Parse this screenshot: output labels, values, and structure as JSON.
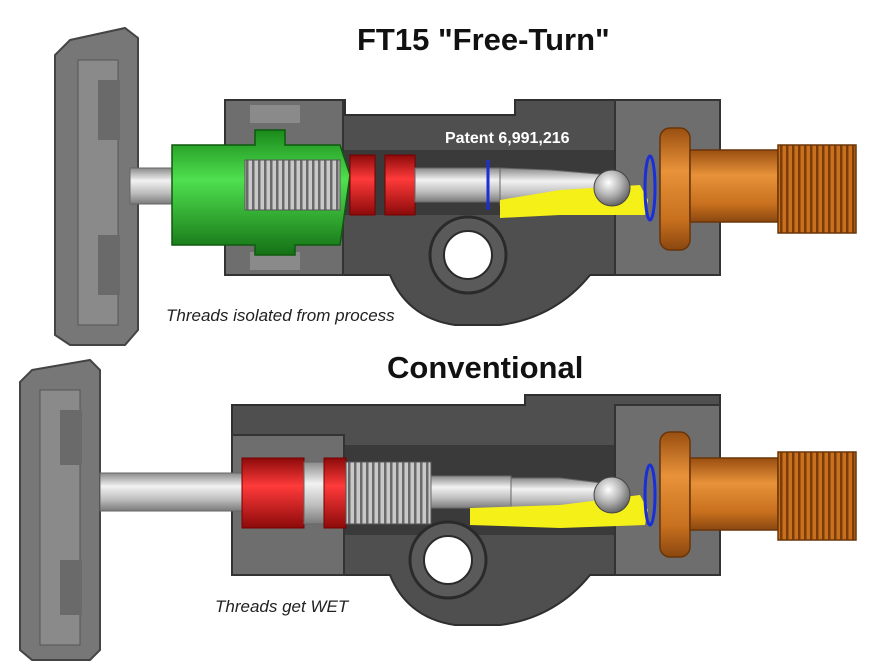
{
  "top": {
    "title": "FT15 \"Free-Turn\"",
    "patent": "Patent 6,991,216",
    "caption": "Threads isolated from process"
  },
  "bottom": {
    "title": "Conventional",
    "caption": "Threads get WET"
  },
  "colors": {
    "body_gray": "#4d4d4d",
    "nut_gray": "#6e6e6e",
    "handle_gray": "#707070",
    "stem_silver": "#bdbdbd",
    "seal_red": "#d11414",
    "bonnet_green": "#2bb52b",
    "fitting_orange": "#c8701e",
    "flow_yellow": "#f5f018",
    "oring_blue": "#1a2fd6"
  }
}
